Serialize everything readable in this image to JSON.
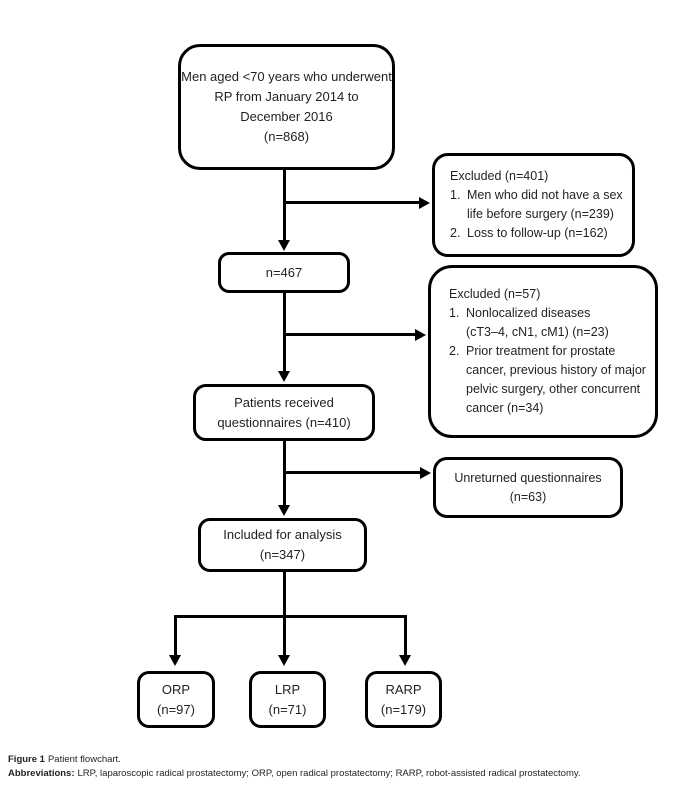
{
  "colors": {
    "line": "#000000",
    "text": "#231f20",
    "background": "#ffffff"
  },
  "nodes": {
    "population": {
      "lines": [
        "Men aged <70 years who underwent",
        "RP from January 2014 to",
        "December 2016",
        "(n=868)"
      ]
    },
    "excluded1": {
      "title": "Excluded (n=401)",
      "items": [
        {
          "num": "1.",
          "text": "Men who did not have a sex life before surgery (n=239)",
          "lines": [
            "Men who did not have a sex",
            "life before surgery (n=239)"
          ]
        },
        {
          "num": "2.",
          "text": "Loss to follow-up (n=162)",
          "lines": [
            "Loss to follow-up (n=162)"
          ]
        }
      ]
    },
    "n467": {
      "lines": [
        "n=467"
      ]
    },
    "excluded2": {
      "title": "Excluded (n=57)",
      "items": [
        {
          "num": "1.",
          "text": "Nonlocalized diseases (cT3–4, cN1, cM1) (n=23)",
          "lines": [
            "Nonlocalized diseases",
            "(cT3–4, cN1, cM1) (n=23)"
          ]
        },
        {
          "num": "2.",
          "text": "Prior treatment for prostate cancer, previous history of major pelvic surgery, other concurrent cancer (n=34)",
          "lines": [
            "Prior treatment for prostate",
            "cancer, previous history of major",
            "pelvic surgery, other concurrent",
            "cancer (n=34)"
          ]
        }
      ]
    },
    "received": {
      "lines": [
        "Patients received",
        "questionnaires (n=410)"
      ]
    },
    "unreturned": {
      "lines": [
        "Unreturned questionnaires",
        "(n=63)"
      ]
    },
    "included": {
      "lines": [
        "Included for analysis",
        "(n=347)"
      ]
    },
    "orp": {
      "lines": [
        "ORP",
        "(n=97)"
      ]
    },
    "lrp": {
      "lines": [
        "LRP",
        "(n=71)"
      ]
    },
    "rarp": {
      "lines": [
        "RARP",
        "(n=179)"
      ]
    }
  },
  "edges": [
    {
      "from": "population",
      "to": "n467"
    },
    {
      "from": "population",
      "to": "excluded1"
    },
    {
      "from": "n467",
      "to": "received"
    },
    {
      "from": "n467",
      "to": "excluded2"
    },
    {
      "from": "received",
      "to": "included"
    },
    {
      "from": "received",
      "to": "unreturned"
    },
    {
      "from": "included",
      "to": "orp"
    },
    {
      "from": "included",
      "to": "lrp"
    },
    {
      "from": "included",
      "to": "rarp"
    }
  ],
  "caption": {
    "figure_label": "Figure 1",
    "figure_text": "Patient flowchart.",
    "abbreviations_label": "Abbreviations:",
    "abbreviations_text": "LRP, laparoscopic radical prostatectomy; ORP, open radical prostatectomy; RARP, robot-assisted radical prostatectomy."
  }
}
